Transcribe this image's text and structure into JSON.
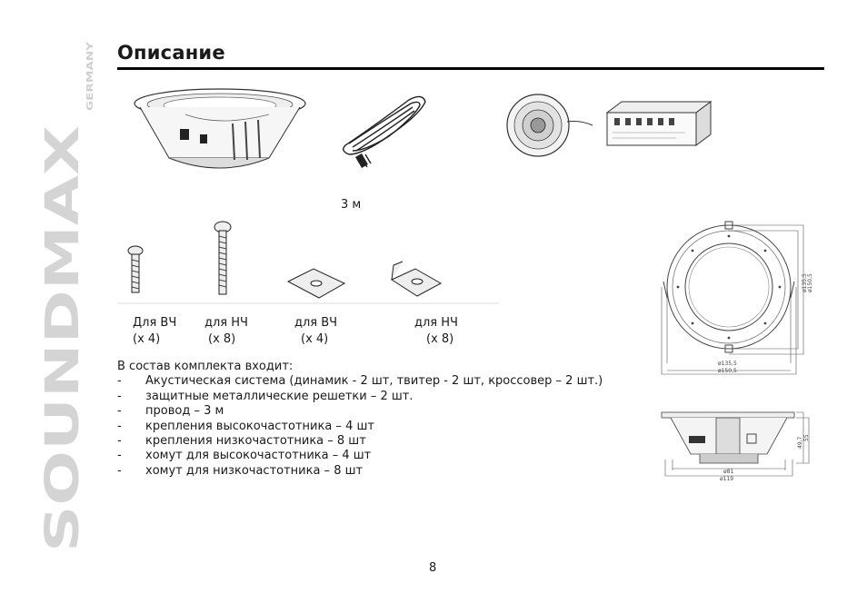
{
  "brand": {
    "name": "SOUNDMAX",
    "sub": "GERMANY"
  },
  "title": "Описание",
  "illustrations": {
    "wire_length_label": "3 м",
    "mount_labels": [
      {
        "name": "Для ВЧ",
        "count": "(х 4)"
      },
      {
        "name": "для НЧ",
        "count": "(х 8)"
      },
      {
        "name": "для ВЧ",
        "count": "(х 4)"
      },
      {
        "name": "для НЧ",
        "count": "(х 8)"
      }
    ]
  },
  "contents": {
    "heading": "В состав комплекта входит:",
    "bullet": "-",
    "items": [
      "Акустическая система (динамик - 2 шт, твитер - 2 шт, кроссовер – 2 шт.)",
      "защитные металлические решетки – 2 шт.",
      "провод – 3 м",
      "крепления высокочастотника – 4 шт",
      "крепления низкочастотника – 8 шт",
      "хомут для высокочастотника – 4 шт",
      "хомут для низкочастотника – 8 шт"
    ]
  },
  "drawings": {
    "front_dims": [
      "ø135,5",
      "ø150,5"
    ],
    "side_dims": [
      "ø81",
      "ø119",
      "49,7",
      "55"
    ]
  },
  "page_number": "8"
}
